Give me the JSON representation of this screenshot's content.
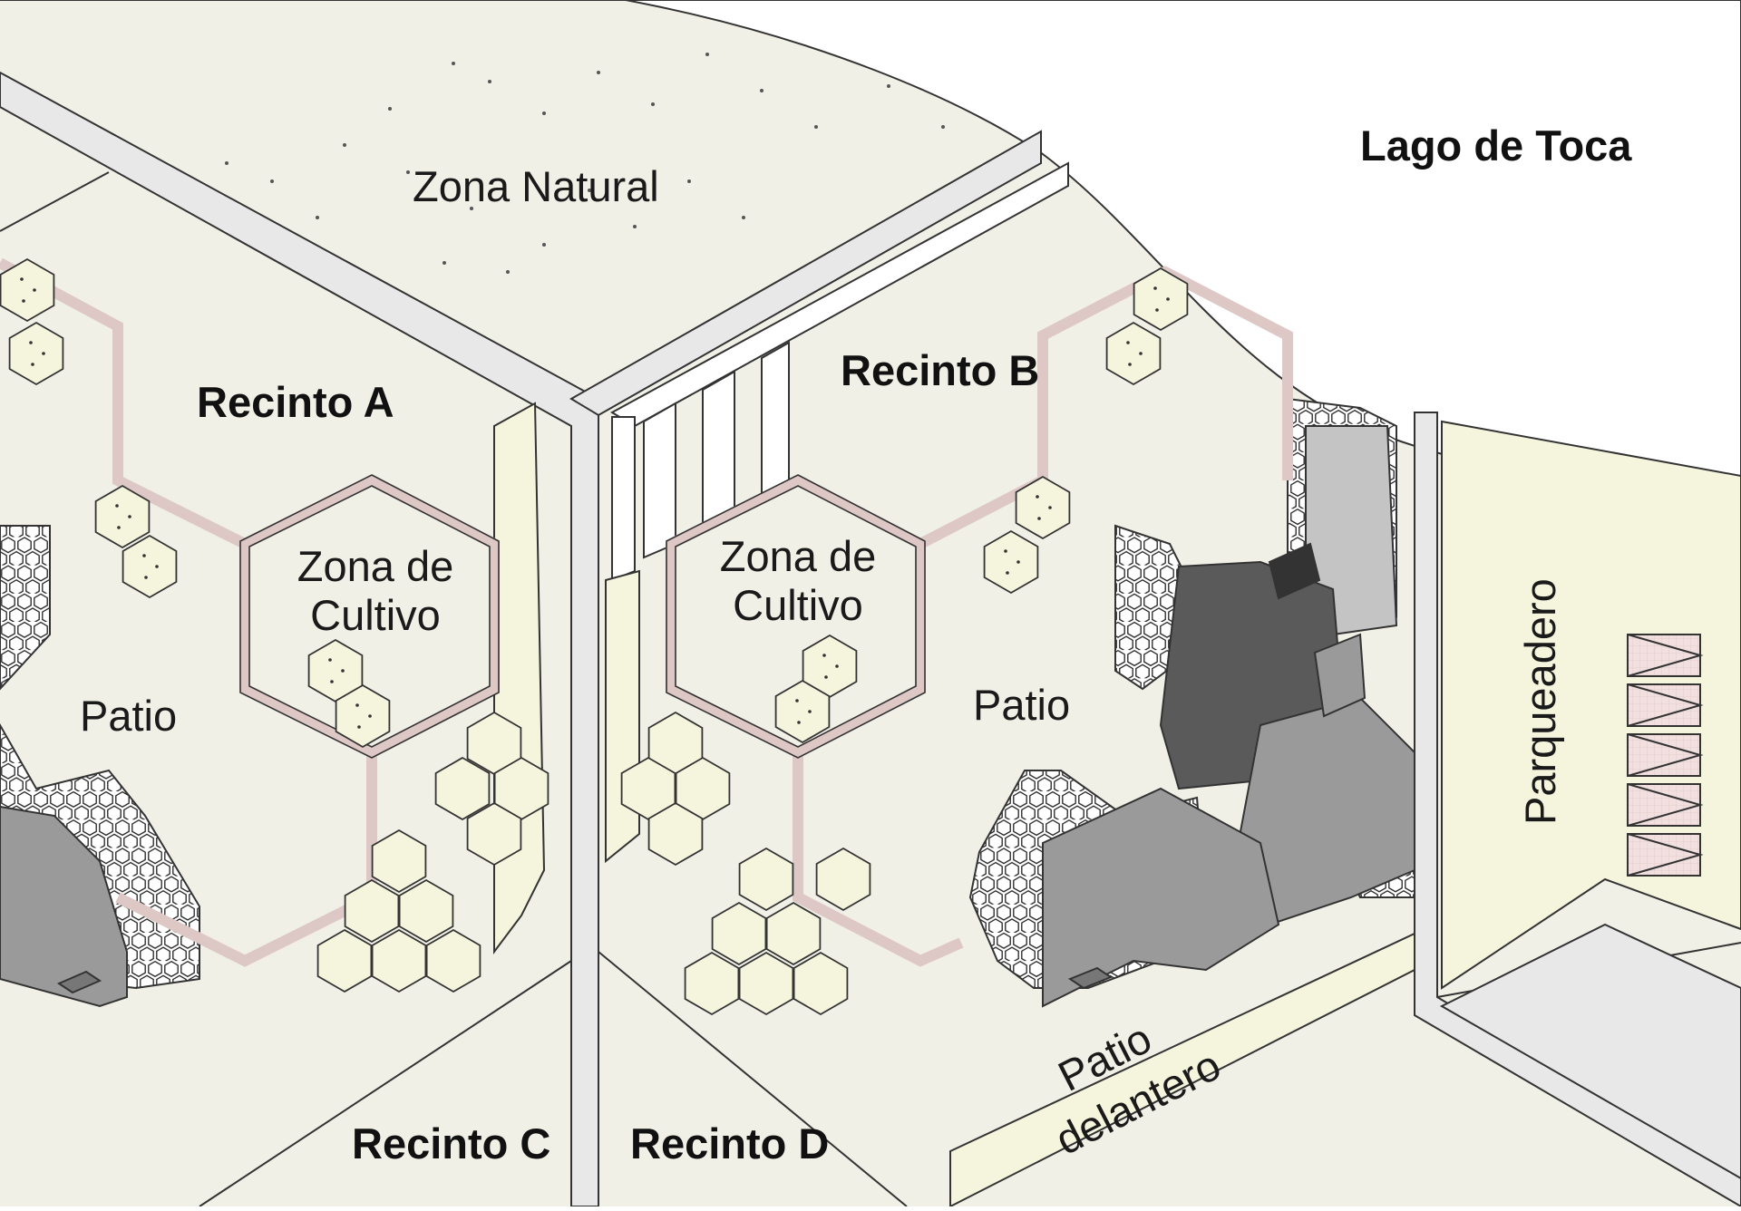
{
  "labels": {
    "lake": "Lago de Toca",
    "natural_zone": "Zona Natural",
    "recinto_a": "Recinto A",
    "recinto_b": "Recinto B",
    "recinto_c": "Recinto C",
    "recinto_d": "Recinto D",
    "cultivo_a_line1": "Zona de",
    "cultivo_a_line2": "Cultivo",
    "cultivo_b_line1": "Zona de",
    "cultivo_b_line2": "Cultivo",
    "patio_a": "Patio",
    "patio_b": "Patio",
    "patio_delantero_line1": "Patio",
    "patio_delantero_line2": "delantero",
    "parking": "Parqueadero"
  },
  "colors": {
    "ground": "#f0f0e6",
    "path": "#e8e8e8",
    "lake": "#ffffff",
    "planting": "#f5f4dc",
    "hex_border": "#ddc8c6",
    "building_dark": "#5a5a5a",
    "building_mid": "#9a9a9a",
    "building_light": "#c4c4c4",
    "parking_stall": "#f1e0df",
    "outline": "#333333"
  },
  "icons": {
    "parking_stall": "triangle-hatched-stall",
    "paving": "hexagon-tile-paving",
    "plant": "hexagon-planter"
  },
  "parking": {
    "stalls": 5
  }
}
